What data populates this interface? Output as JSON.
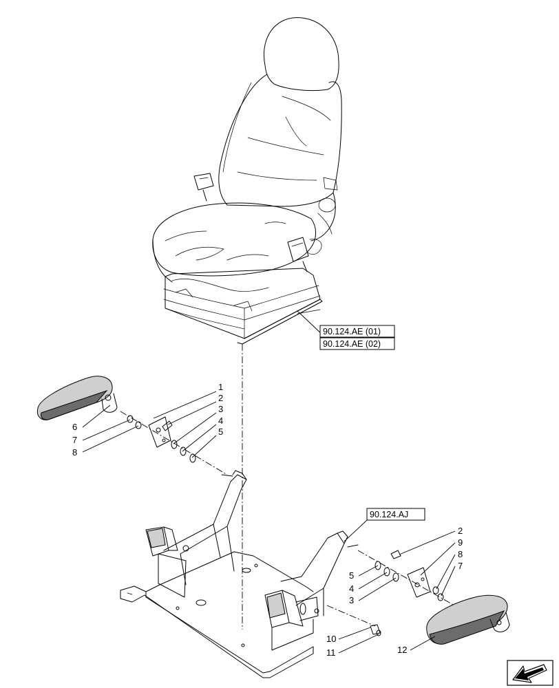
{
  "callouts": {
    "c1": "1",
    "c2a": "2",
    "c3a": "3",
    "c4a": "4",
    "c5a": "5",
    "c6": "6",
    "c7a": "7",
    "c8a": "8",
    "c2b": "2",
    "c9": "9",
    "c8b": "8",
    "c7b": "7",
    "c5b": "5",
    "c4b": "4",
    "c3b": "3",
    "c10": "10",
    "c11": "11",
    "c12": "12"
  },
  "references": {
    "ref_ae01": "90.124.AE (01)",
    "ref_ae02": "90.124.AE (02)",
    "ref_aj": "90.124.AJ"
  },
  "icons": [
    "seat-drawing",
    "armrest-left",
    "armrest-right",
    "seat-base-frame",
    "nav-arrow-icon"
  ]
}
